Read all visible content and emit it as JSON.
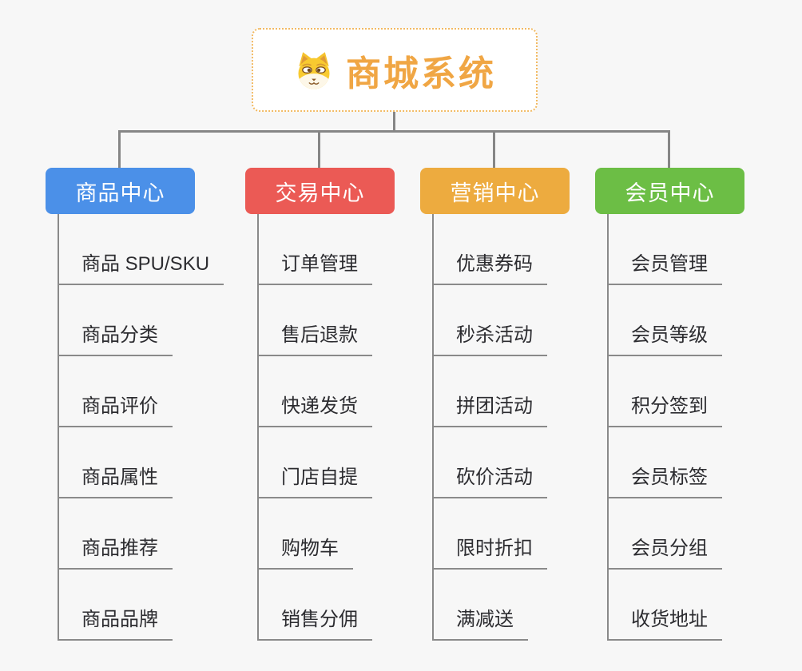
{
  "page": {
    "background": "#f7f7f7",
    "connector_color": "#868686"
  },
  "root": {
    "title": "商城系统",
    "icon": "dog-face-icon",
    "text_color": "#f0a644",
    "border_color": "#f2ba63"
  },
  "branches": [
    {
      "label": "商品中心",
      "color": "#4b90e8",
      "items": [
        "商品 SPU/SKU",
        "商品分类",
        "商品评价",
        "商品属性",
        "商品推荐",
        "商品品牌"
      ]
    },
    {
      "label": "交易中心",
      "color": "#eb5a55",
      "items": [
        "订单管理",
        "售后退款",
        "快递发货",
        "门店自提",
        "购物车",
        "销售分佣"
      ]
    },
    {
      "label": "营销中心",
      "color": "#edab3f",
      "items": [
        "优惠券码",
        "秒杀活动",
        "拼团活动",
        "砍价活动",
        "限时折扣",
        "满减送"
      ]
    },
    {
      "label": "会员中心",
      "color": "#6cbe45",
      "items": [
        "会员管理",
        "会员等级",
        "积分签到",
        "会员标签",
        "会员分组",
        "收货地址"
      ]
    }
  ]
}
